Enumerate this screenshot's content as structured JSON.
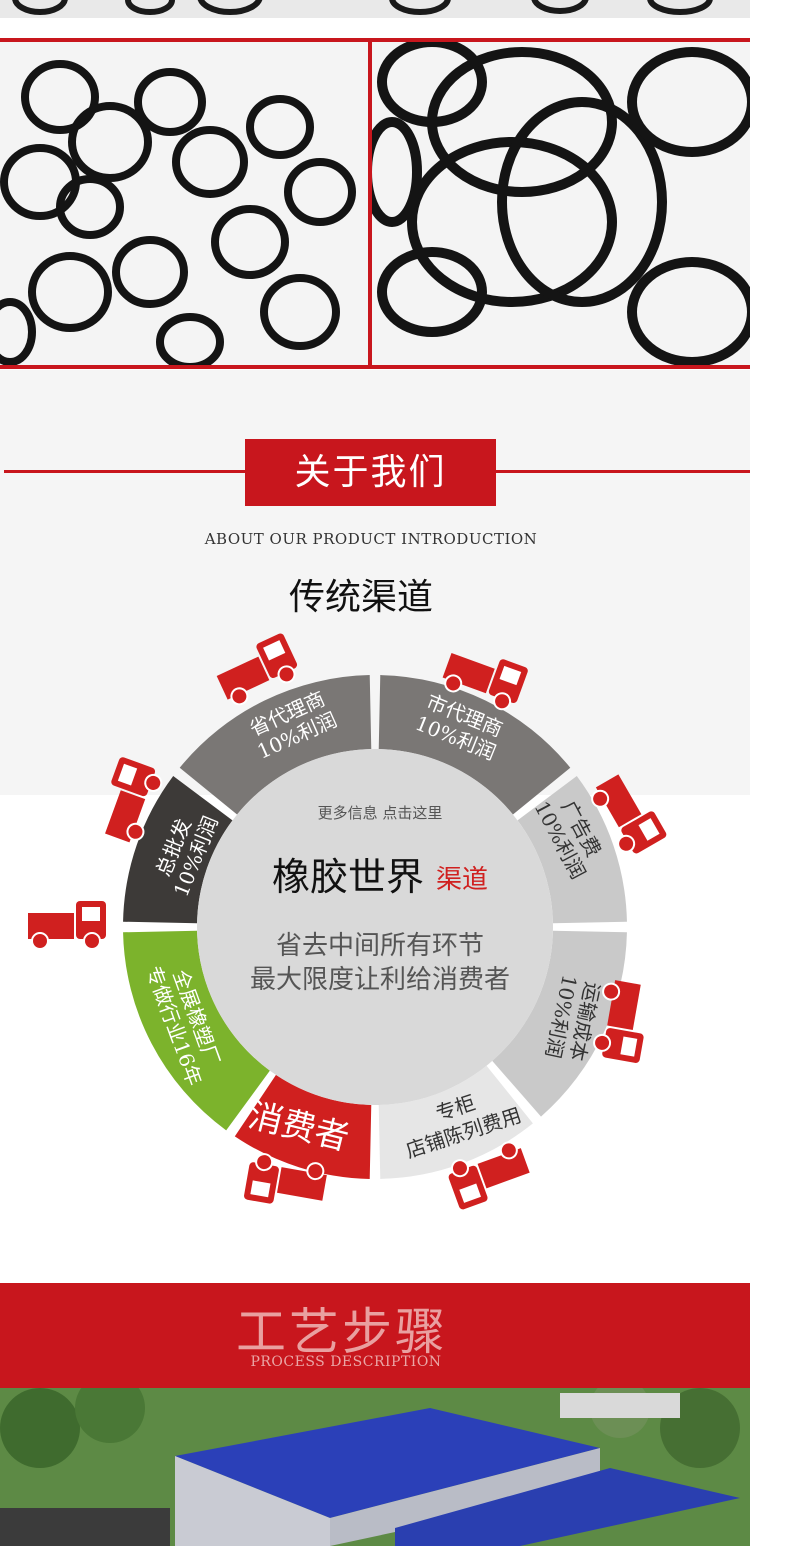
{
  "about": {
    "title": "关于我们",
    "subtitle_en": "ABOUT OUR PRODUCT INTRODUCTION",
    "subtitle_cn": "传统渠道"
  },
  "wheel": {
    "center_more": "更多信息 点击这里",
    "center_brand": "橡胶世界",
    "center_channel": "渠道",
    "center_line1": "省去中间所有环节",
    "center_line2": "最大限度让利给消费者",
    "segments": [
      {
        "line1": "省代理商",
        "line2": "10%利润"
      },
      {
        "line1": "市代理商",
        "line2": "10%利润"
      },
      {
        "line1": "广告费",
        "line2": "10%利润"
      },
      {
        "line1": "运输成本",
        "line2": "10%利润"
      },
      {
        "line1": "专柜",
        "line2": "店铺陈列费用"
      },
      {
        "line1": "消费者",
        "line2": ""
      },
      {
        "line1": "全展橡塑厂",
        "line2": "专做行业16年"
      },
      {
        "line1": "总批发",
        "line2": "10%利润"
      }
    ],
    "colors": {
      "red": "#d0201f",
      "green": "#7cb32c",
      "dark": "#3d3a38",
      "gray": "#7a7775",
      "light": "#c9c9c9",
      "lighter": "#e6e6e6"
    }
  },
  "process": {
    "title": "工艺步骤",
    "subtitle": "PROCESS DESCRIPTION"
  },
  "colors": {
    "accent": "#c8161d"
  }
}
